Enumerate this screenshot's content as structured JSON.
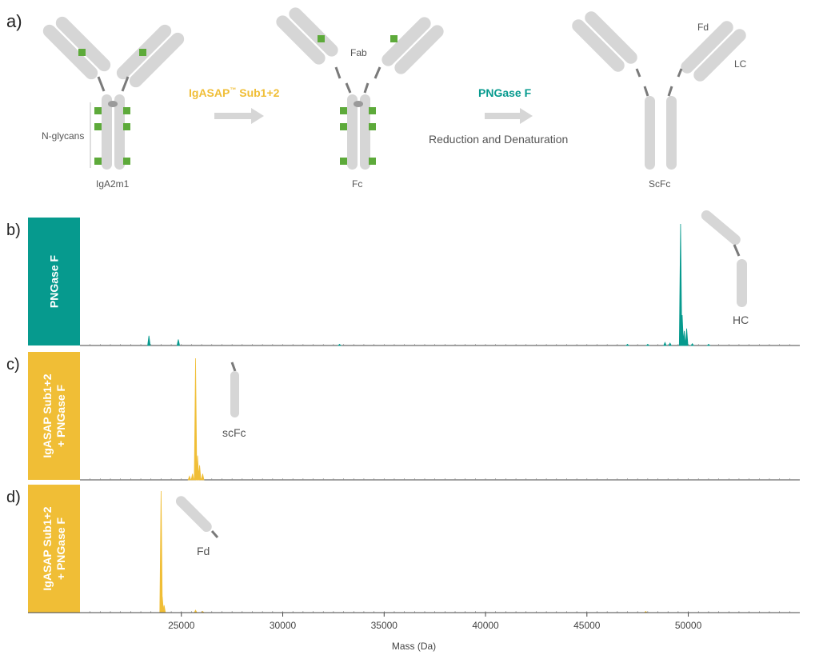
{
  "panel_a": {
    "panel_label": "a)",
    "antibodies": [
      {
        "label": "IgA2m1",
        "glycan_label": "N-glycans"
      },
      {
        "label": "Fc",
        "fab_label": "Fab"
      },
      {
        "label": "ScFc",
        "fd_label": "Fd",
        "lc_label": "LC"
      }
    ],
    "steps": [
      {
        "name": "IgASAP",
        "superscript": "™",
        "suffix": " Sub1+2"
      },
      {
        "name": "PNGase F",
        "sublabel": "Reduction and Denaturation"
      }
    ]
  },
  "colors": {
    "teal": "#069A8E",
    "yellow": "#F0BE36",
    "glycan": "#5DAA3A",
    "chain": "#D6D6D6",
    "hinge": "#7A7A7A",
    "text": "#555555",
    "axis": "#555555"
  },
  "chart_data": {
    "type": "line",
    "xlabel": "Mass (Da)",
    "xlim": [
      20000,
      55500
    ],
    "xticks": [
      25000,
      30000,
      35000,
      40000,
      45000,
      50000
    ],
    "xtick_labels": [
      "25000",
      "30000",
      "35000",
      "40000",
      "45000",
      "50000"
    ],
    "panels": [
      {
        "panel_label": "b)",
        "side_label": [
          "PNGase F"
        ],
        "color": "#069A8E",
        "annotation": "HC",
        "peaks": [
          {
            "x": 23400,
            "y": 0.08
          },
          {
            "x": 24850,
            "y": 0.05
          },
          {
            "x": 32800,
            "y": 0.01
          },
          {
            "x": 47000,
            "y": 0.01
          },
          {
            "x": 48000,
            "y": 0.01
          },
          {
            "x": 48850,
            "y": 0.025
          },
          {
            "x": 49100,
            "y": 0.02
          },
          {
            "x": 49620,
            "y": 1.0
          },
          {
            "x": 49700,
            "y": 0.25
          },
          {
            "x": 49800,
            "y": 0.12
          },
          {
            "x": 49920,
            "y": 0.14
          },
          {
            "x": 50200,
            "y": 0.015
          },
          {
            "x": 51000,
            "y": 0.01
          }
        ]
      },
      {
        "panel_label": "c)",
        "side_label": [
          "IgASAP Sub1+2",
          "+ PNGase F"
        ],
        "color": "#F0BE36",
        "annotation": "scFc",
        "peaks": [
          {
            "x": 25400,
            "y": 0.03
          },
          {
            "x": 25550,
            "y": 0.05
          },
          {
            "x": 25700,
            "y": 1.0
          },
          {
            "x": 25800,
            "y": 0.2
          },
          {
            "x": 25900,
            "y": 0.12
          },
          {
            "x": 26050,
            "y": 0.05
          }
        ]
      },
      {
        "panel_label": "d)",
        "side_label": [
          "IgASAP Sub1+2",
          "+ PNGase F"
        ],
        "color": "#F0BE36",
        "annotation": "Fd",
        "peaks": [
          {
            "x": 24000,
            "y": 1.0
          },
          {
            "x": 24060,
            "y": 0.13
          },
          {
            "x": 24150,
            "y": 0.06
          },
          {
            "x": 25700,
            "y": 0.02
          },
          {
            "x": 26050,
            "y": 0.01
          },
          {
            "x": 47900,
            "y": 0.01
          }
        ]
      }
    ]
  }
}
